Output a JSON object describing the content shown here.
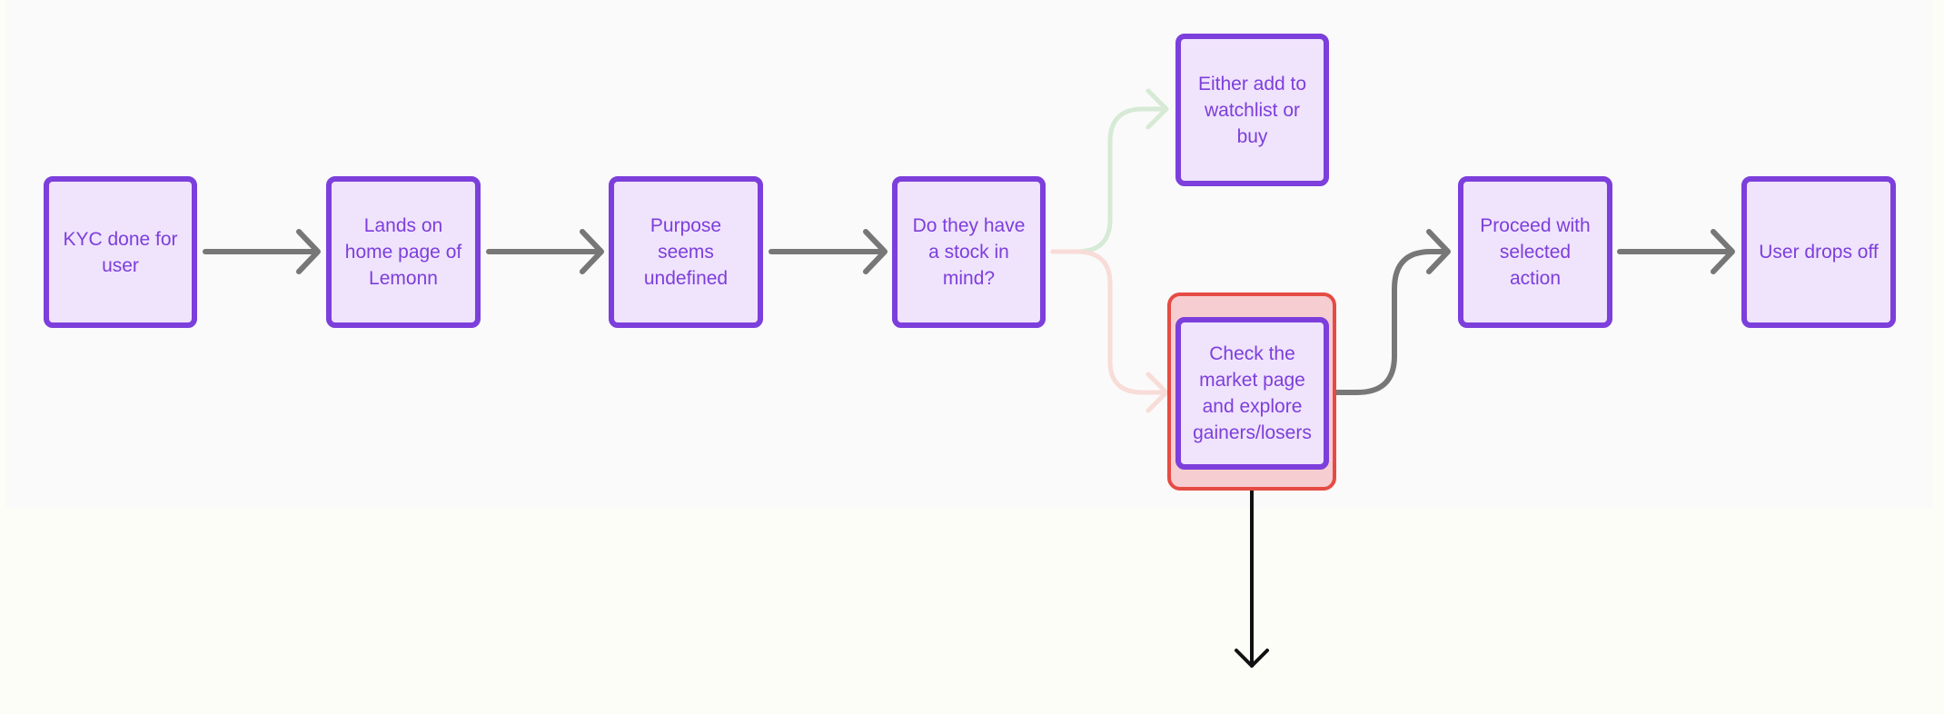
{
  "nodes": {
    "kyc": "KYC done for user",
    "lands": "Lands on home page of Lemonn",
    "purpose": "Purpose seems undefined",
    "stock_question": "Do they have a stock in mind?",
    "watchlist": "Either add to watchlist or buy",
    "market": "Check the market page and explore gainers/losers",
    "proceed": "Proceed with selected action",
    "drops": "User drops off"
  },
  "colors": {
    "node_border": "#7c3fdb",
    "node_fill": "#f0e3fc",
    "node_text": "#7c3fdb",
    "highlight_border": "#e54b44",
    "highlight_fill": "#f6cdd0",
    "arrow_gray": "#777777",
    "arrow_green": "#d6ead6",
    "arrow_pink": "#f8dcd8",
    "arrow_black": "#111111"
  },
  "icons": {
    "arrow": "arrow-icon"
  }
}
